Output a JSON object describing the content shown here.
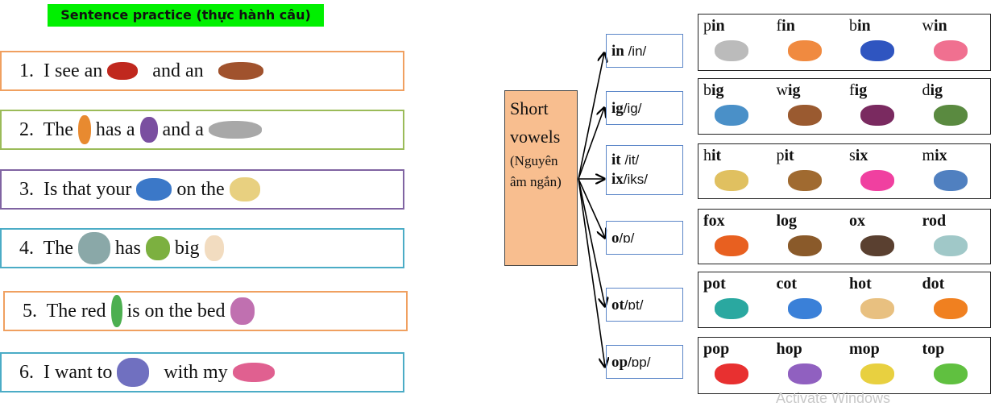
{
  "title": "Sentence practice (thực hành câu)",
  "sentences": [
    {
      "border": "#f0a060",
      "segments": [
        {
          "t": "1.  I see an"
        },
        {
          "pic": "ant",
          "color": "#c0281e"
        },
        {
          "t": "  and an  "
        },
        {
          "pic": "axe",
          "color": "#a0522d"
        }
      ]
    },
    {
      "border": "#9bbb59",
      "segments": [
        {
          "t": "2.  The"
        },
        {
          "pic": "man",
          "color": "#e88a30"
        },
        {
          "t": "has a"
        },
        {
          "pic": "jam",
          "color": "#7a4fa0"
        },
        {
          "t": "and a"
        },
        {
          "pic": "pan",
          "color": "#a8a8a8"
        }
      ]
    },
    {
      "border": "#8064a2",
      "segments": [
        {
          "t": "3.  Is that your"
        },
        {
          "pic": "cap",
          "color": "#3b78c8"
        },
        {
          "t": "on the"
        },
        {
          "pic": "map",
          "color": "#e8d080"
        }
      ]
    },
    {
      "border": "#4bacc6",
      "segments": [
        {
          "t": "4.  The"
        },
        {
          "pic": "vet",
          "color": "#8aa8a8"
        },
        {
          "t": "has"
        },
        {
          "pic": "ten",
          "color": "#7cb040"
        },
        {
          "t": "big"
        },
        {
          "pic": "egg",
          "color": "#f2dcc0"
        }
      ]
    },
    {
      "border": "#f0a060",
      "segments": [
        {
          "t": "5.  The red"
        },
        {
          "pic": "pen",
          "color": "#4caf50"
        },
        {
          "t": "is on the bed"
        },
        {
          "pic": "bed",
          "color": "#c070b0"
        }
      ]
    },
    {
      "border": "#4bacc6",
      "segments": [
        {
          "t": "6.  I want to"
        },
        {
          "pic": "kiss",
          "color": "#7070c0"
        },
        {
          "t": "  with my"
        },
        {
          "pic": "lips",
          "color": "#e06090"
        }
      ]
    }
  ],
  "core": {
    "line1": "Short",
    "line2": "vowels",
    "sub1": "(Nguyên",
    "sub2": "âm ngắn)"
  },
  "phonemes": [
    {
      "lines": [
        {
          "b": "in",
          "ipa": " /in/"
        }
      ]
    },
    {
      "lines": [
        {
          "b": "ig",
          "ipa": "/ig/"
        }
      ]
    },
    {
      "lines": [
        {
          "b": "it",
          "ipa": " /it/"
        },
        {
          "b": "ix",
          "ipa": "/iks/"
        }
      ]
    },
    {
      "lines": [
        {
          "b": "o",
          "ipa": "/ɒ/"
        }
      ]
    },
    {
      "lines": [
        {
          "b": "ot",
          "ipa": "/ɒt/"
        }
      ]
    },
    {
      "lines": [
        {
          "b": "op",
          "ipa": "/ɒp/"
        }
      ]
    }
  ],
  "word_rows": [
    [
      {
        "on": "p",
        "rime": "in",
        "color": "#bbbbbb"
      },
      {
        "on": "f",
        "rime": "in",
        "color": "#f08a40"
      },
      {
        "on": "b",
        "rime": "in",
        "color": "#2f55c0"
      },
      {
        "on": "w",
        "rime": "in",
        "color": "#f07090"
      }
    ],
    [
      {
        "on": "b",
        "rime": "ig",
        "color": "#4a90c8"
      },
      {
        "on": "w",
        "rime": "ig",
        "color": "#9a5a30"
      },
      {
        "on": "f",
        "rime": "ig",
        "color": "#7a2a60"
      },
      {
        "on": "d",
        "rime": "ig",
        "color": "#5a8a40"
      }
    ],
    [
      {
        "on": "h",
        "rime": "it",
        "color": "#e0c060"
      },
      {
        "on": "p",
        "rime": "it",
        "color": "#a06a30"
      },
      {
        "on": "s",
        "rime": "ix",
        "color": "#f040a0"
      },
      {
        "on": "m",
        "rime": "ix",
        "color": "#5080c0"
      }
    ],
    [
      {
        "on": "",
        "rime": "fox",
        "color": "#e86020"
      },
      {
        "on": "",
        "rime": "log",
        "color": "#8a5a2a"
      },
      {
        "on": "",
        "rime": "ox",
        "color": "#5a4030"
      },
      {
        "on": "",
        "rime": "rod",
        "color": "#a0c8c8"
      }
    ],
    [
      {
        "on": "",
        "rime": "pot",
        "color": "#2aa8a0"
      },
      {
        "on": "",
        "rime": "cot",
        "color": "#3a80d8"
      },
      {
        "on": "",
        "rime": "hot",
        "color": "#e8c080"
      },
      {
        "on": "",
        "rime": "dot",
        "color": "#f08020"
      }
    ],
    [
      {
        "on": "",
        "rime": "pop",
        "color": "#e83030"
      },
      {
        "on": "",
        "rime": "hop",
        "color": "#9060c0"
      },
      {
        "on": "",
        "rime": "mop",
        "color": "#e8d040"
      },
      {
        "on": "",
        "rime": "top",
        "color": "#60c040"
      }
    ]
  ],
  "watermark": "Activate Windows"
}
